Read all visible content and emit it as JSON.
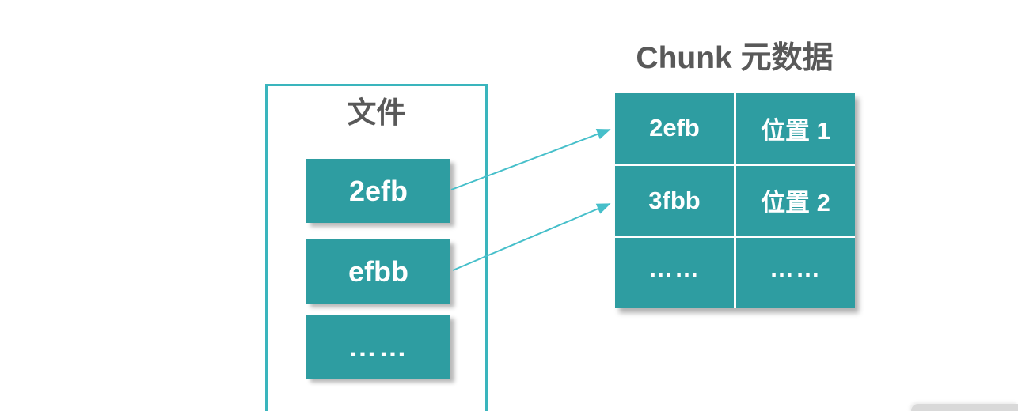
{
  "colors": {
    "teal": "#2E9DA1",
    "accent_cyan": "#46BFCA",
    "box_border": "#3AB5BD",
    "heading_text": "#595959",
    "cell_text": "#FFFFFF",
    "corner_gray": "#D9D9D9",
    "background": "#FFFFFF"
  },
  "file_box": {
    "title": "文件",
    "blocks": [
      {
        "label": "2efb"
      },
      {
        "label": "efbb"
      },
      {
        "label": "……"
      }
    ]
  },
  "metadata_table": {
    "title": "Chunk 元数据",
    "rows": [
      {
        "chunk": "2efb",
        "location": "位置 1"
      },
      {
        "chunk": "3fbb",
        "location": "位置 2"
      },
      {
        "chunk": "……",
        "location": "……"
      }
    ]
  },
  "arrows": [
    {
      "from": "file-block-2efb",
      "to": "metadata-row-1"
    },
    {
      "from": "file-block-efbb",
      "to": "metadata-row-2"
    }
  ]
}
